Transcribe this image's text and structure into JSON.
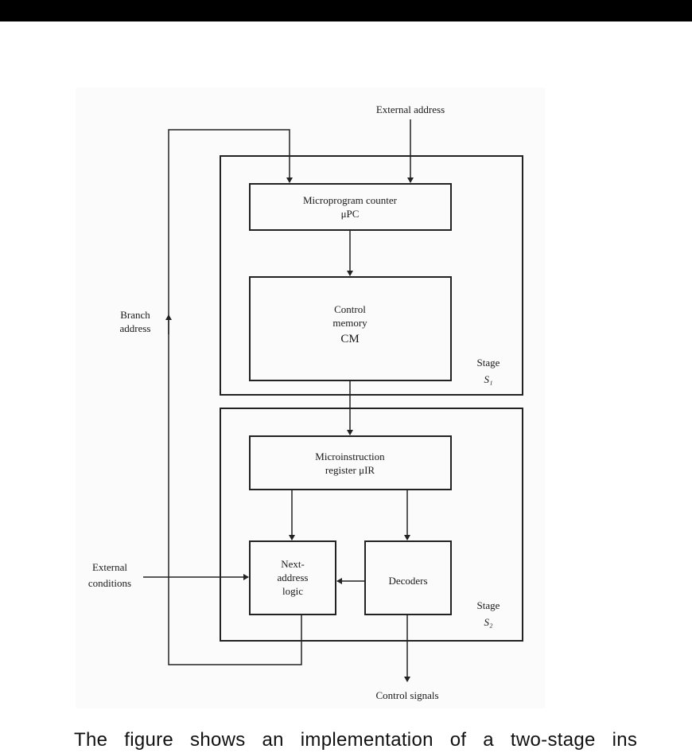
{
  "diagram": {
    "external_address": "External address",
    "microprogram_counter": [
      "Microprogram counter",
      "μPC"
    ],
    "control_memory": [
      "Control",
      "memory",
      "CM"
    ],
    "stage_s1": [
      "Stage",
      "S₁"
    ],
    "microinstruction_register": [
      "Microinstruction",
      "register μIR"
    ],
    "next_address_logic": [
      "Next-",
      "address",
      "logic"
    ],
    "decoders": "Decoders",
    "stage_s2": [
      "Stage",
      "S₂"
    ],
    "branch_address": [
      "Branch",
      "address"
    ],
    "external_conditions": [
      "External",
      "conditions"
    ],
    "control_signals": "Control signals"
  },
  "caption": "The figure shows an implementation of a two-stage ins",
  "colors": {
    "line": "#222222",
    "topbar": "#000000"
  }
}
